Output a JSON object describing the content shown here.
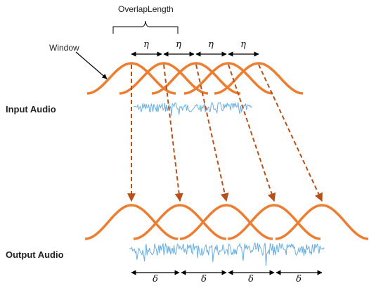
{
  "labels": {
    "overlap_length": "OverlapLength",
    "window": "Window",
    "input_audio": "Input Audio",
    "output_audio": "Output Audio"
  },
  "symbols": {
    "eta": [
      "η",
      "η",
      "η",
      "η"
    ],
    "delta": [
      "δ",
      "δ",
      "δ",
      "δ"
    ]
  },
  "colors": {
    "window_curve": "#ed7d31",
    "waveform": "#6aaee0",
    "mapping_arrow": "#b4521c",
    "annotation": "#000000"
  }
}
